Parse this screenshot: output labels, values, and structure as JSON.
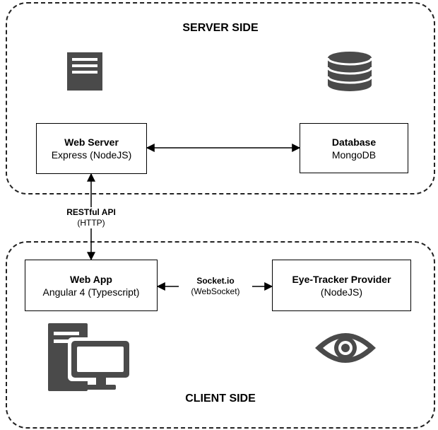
{
  "zones": {
    "server": {
      "title": "SERVER SIDE"
    },
    "client": {
      "title": "CLIENT SIDE"
    }
  },
  "nodes": {
    "web_server": {
      "title": "Web Server",
      "subtitle": "Express (NodeJS)",
      "icon": "server-icon"
    },
    "database": {
      "title": "Database",
      "subtitle": "MongoDB",
      "icon": "database-icon"
    },
    "web_app": {
      "title": "Web App",
      "subtitle": "Angular 4 (Typescript)",
      "icon": "desktop-computer-icon"
    },
    "eye_tracker": {
      "title": "Eye-Tracker Provider",
      "subtitle": "(NodeJS)",
      "icon": "eye-icon"
    }
  },
  "connections": {
    "server_db": {
      "from": "web_server",
      "to": "database",
      "direction": "both"
    },
    "server_app": {
      "from": "web_server",
      "to": "web_app",
      "direction": "both",
      "label_title": "RESTful API",
      "label_sub": "(HTTP)"
    },
    "app_eye": {
      "from": "web_app",
      "to": "eye_tracker",
      "direction": "both",
      "label_title": "Socket.io",
      "label_sub": "(WebSocket)"
    }
  },
  "colors": {
    "icon": "#4a4a4a",
    "border": "#000000"
  }
}
